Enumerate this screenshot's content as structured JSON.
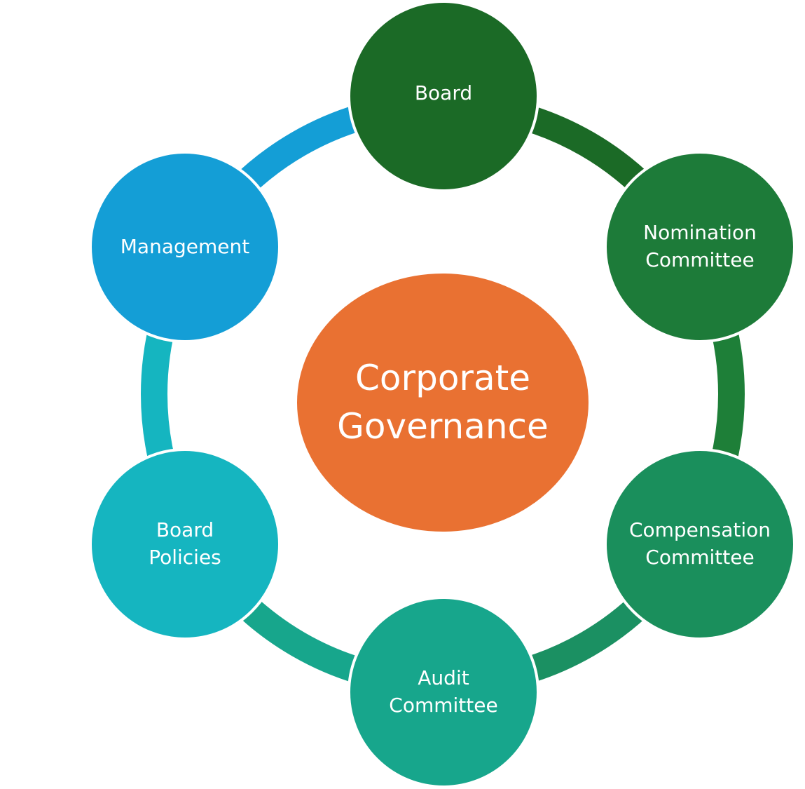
{
  "diagram": {
    "center": {
      "label": "Corporate\nGovernance",
      "color": "#E97132"
    },
    "nodes": [
      {
        "id": "board",
        "label": "Board",
        "color": "#1B6A26"
      },
      {
        "id": "nomination",
        "label": "Nomination\nCommittee",
        "color": "#1D7B39"
      },
      {
        "id": "compensation",
        "label": "Compensation\nCommittee",
        "color": "#1A8F5C"
      },
      {
        "id": "audit",
        "label": "Audit\nCommittee",
        "color": "#17A68C"
      },
      {
        "id": "policies",
        "label": "Board\nPolicies",
        "color": "#15B5C0"
      },
      {
        "id": "management",
        "label": "Management",
        "color": "#149ED6"
      }
    ],
    "connectors": [
      {
        "from": "board",
        "to": "nomination",
        "color": "#1B6A26"
      },
      {
        "from": "nomination",
        "to": "compensation",
        "color": "#1E7F38"
      },
      {
        "from": "compensation",
        "to": "audit",
        "color": "#1B9062"
      },
      {
        "from": "audit",
        "to": "policies",
        "color": "#17A68C"
      },
      {
        "from": "policies",
        "to": "management",
        "color": "#15B5C0"
      },
      {
        "from": "management",
        "to": "board",
        "color": "#149ED6"
      }
    ]
  }
}
